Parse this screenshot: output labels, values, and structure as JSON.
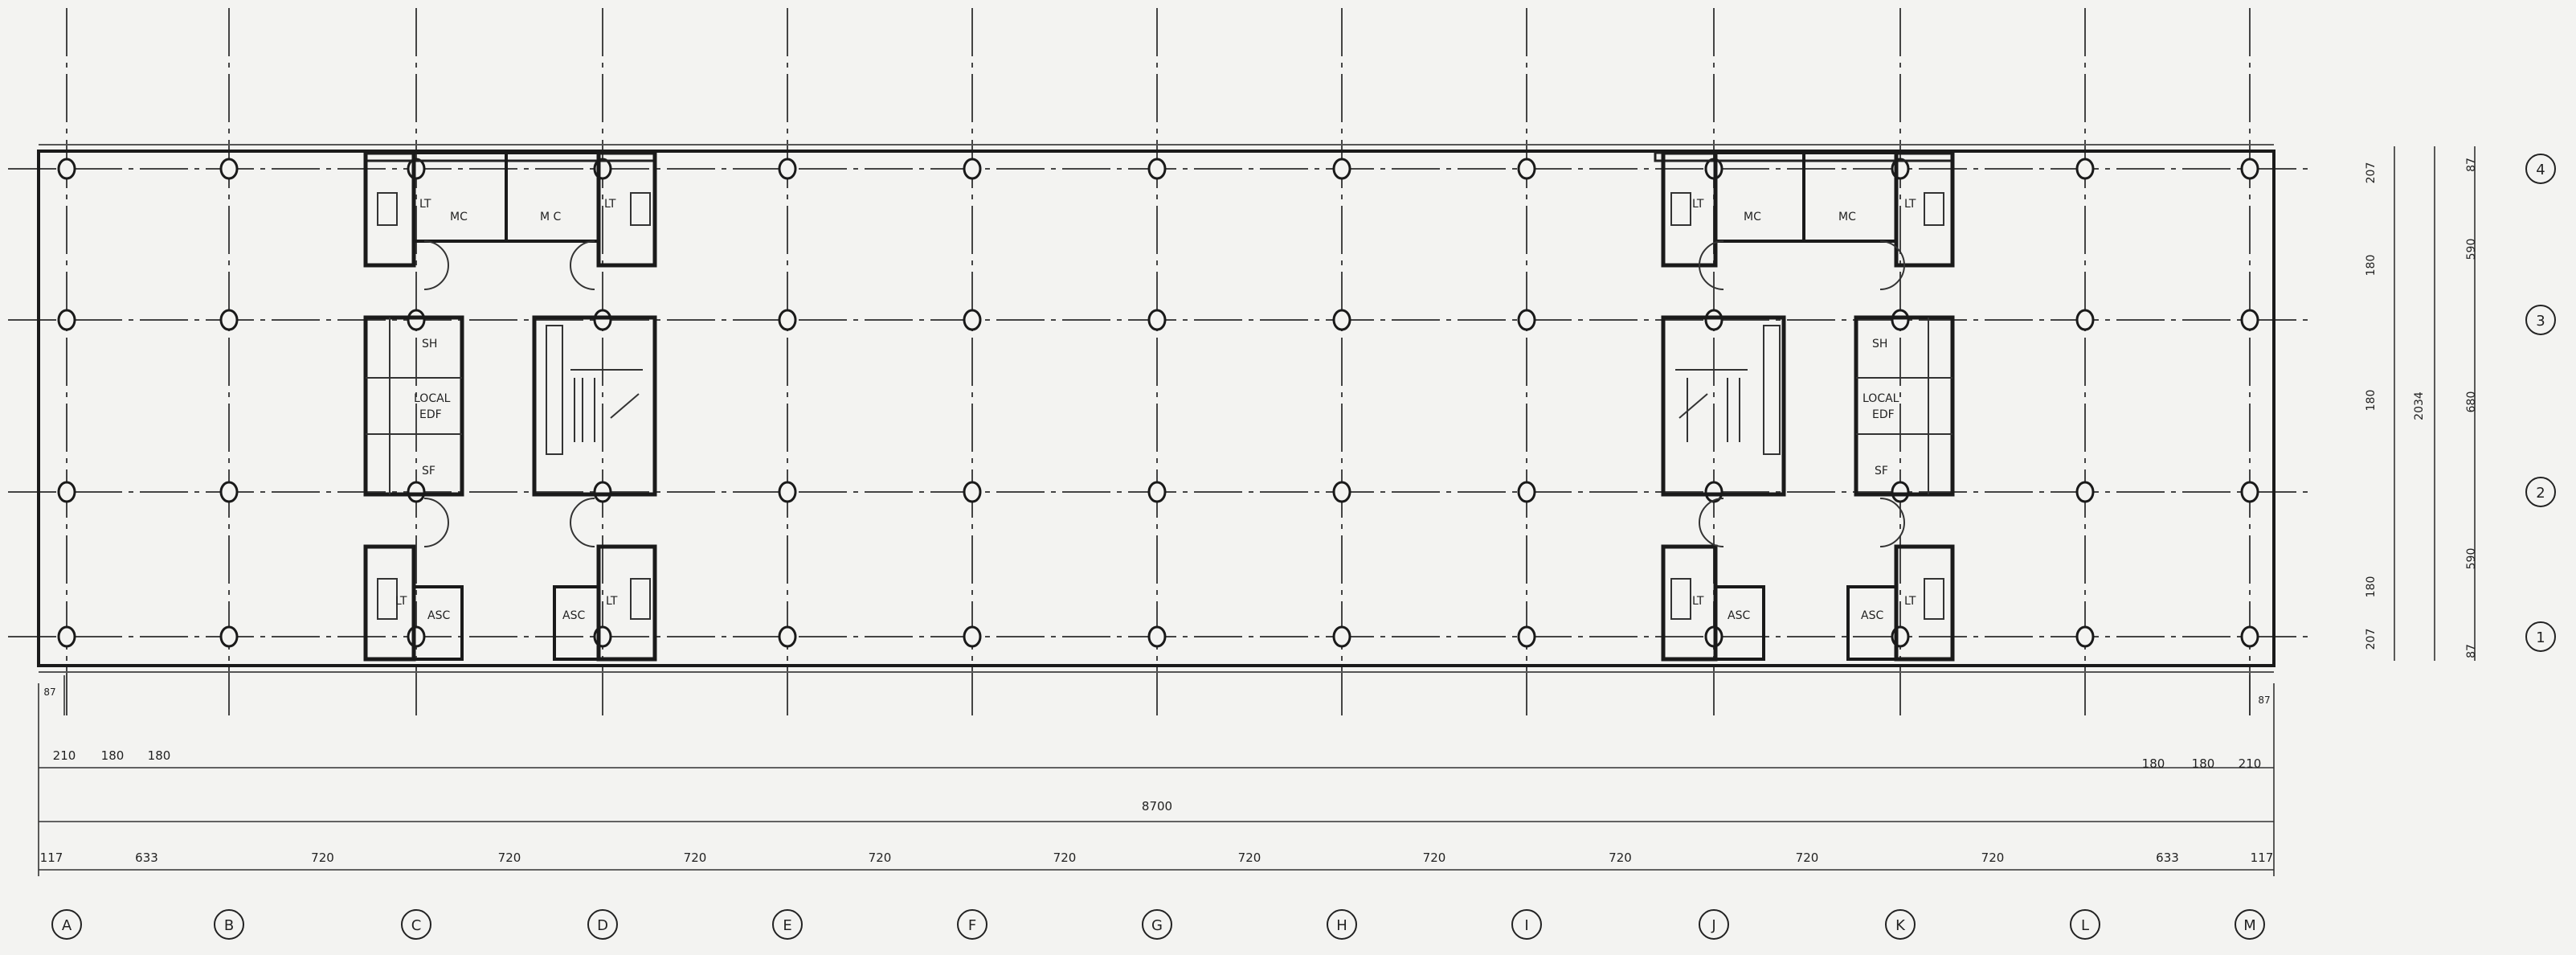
{
  "columns": [
    "A",
    "B",
    "C",
    "D",
    "E",
    "F",
    "G",
    "H",
    "I",
    "J",
    "K",
    "L",
    "M"
  ],
  "rows": [
    "4",
    "3",
    "2",
    "1"
  ],
  "spans_bottom": [
    "117",
    "633",
    "720",
    "720",
    "720",
    "720",
    "720",
    "720",
    "720",
    "720",
    "720",
    "720",
    "633",
    "117"
  ],
  "total_length": "8700",
  "top_left_dims": [
    "210",
    "180",
    "180"
  ],
  "top_right_dims": [
    "180",
    "180",
    "210"
  ],
  "offset_left": "87",
  "offset_right": "87",
  "right_dims_inner": [
    "207",
    "180",
    "180",
    "180",
    "207"
  ],
  "right_dims_mid": [
    "87",
    "590",
    "680",
    "590",
    "87"
  ],
  "total_width": "2034",
  "rooms": {
    "mc": "MC",
    "mc_spaced": "M C",
    "lt": "LT",
    "sh": "SH",
    "sf": "SF",
    "asc": "ASC",
    "local": "LOCAL",
    "edf": "EDF"
  },
  "colors": {
    "paper": "#f3f3f1",
    "ink": "#1a1a1a"
  }
}
